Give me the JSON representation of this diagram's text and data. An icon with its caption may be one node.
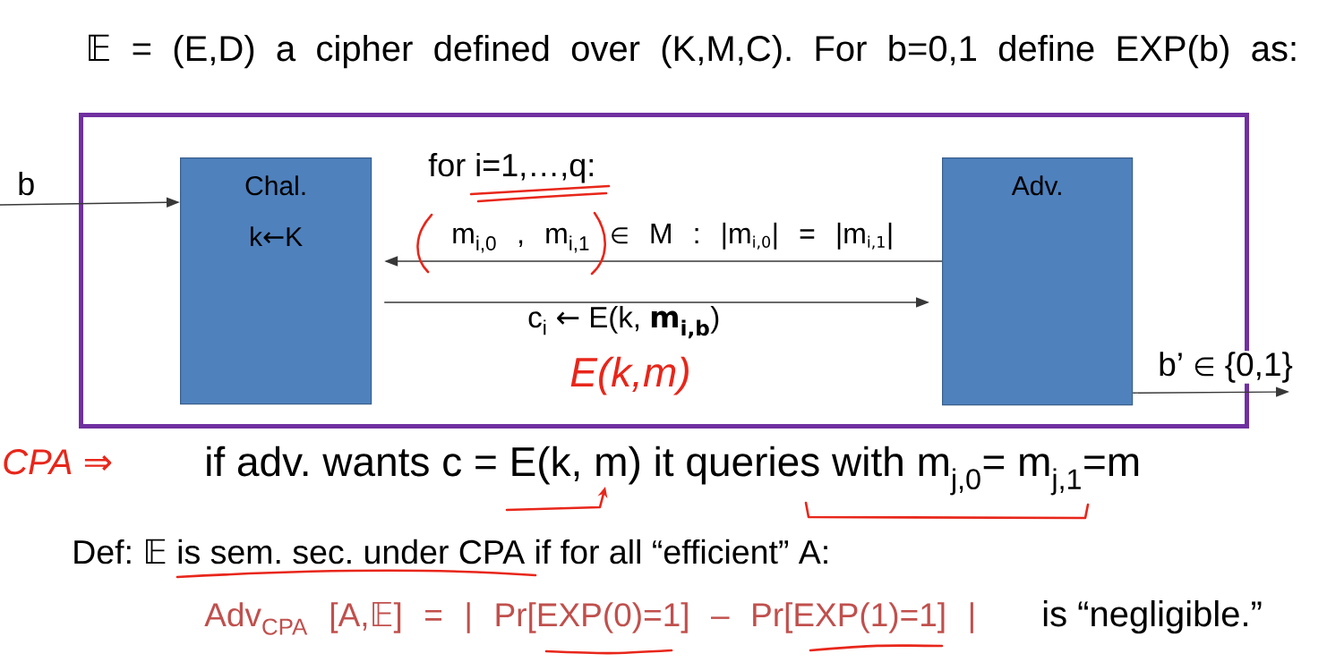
{
  "diagram": {
    "title": "𝔼 = (E,D) a cipher defined over (K,M,C). For b=0,1 define EXP(b) as:",
    "nodes": [
      {
        "text": [],
        "shape": "box"
      },
      {
        "text": [
          "Chal.",
          "k←K"
        ],
        "in": 0
      },
      {
        "text": [
          "Adv."
        ],
        "in": 0
      }
    ],
    "edges": [
      {
        "from": null,
        "to": 1,
        "arrow": "to",
        "label": "b"
      },
      {
        "from": 2,
        "to": 1,
        "arrow": "to",
        "label": "m$_{i,0}$ , m$_{i,1}$ ∈ M : |m$_{i,0}$| = |m$_{i,1}$|"
      },
      {
        "from": 1,
        "to": 2,
        "arrow": "to",
        "label": "c$_{i}$ ← E(k, **m$_{i,b}$**)"
      },
      {
        "from": 2,
        "to": null,
        "arrow": "to",
        "label": "b’ ∈ {0,1}"
      }
    ],
    "labels": [
      "for i=1,…,q:",
      "E(k,m)",
      "CPA ⇒",
      "if adv. wants c = E(k, m) it queries with m$_{j,0}$= m$_{j,1}$=m",
      "Def: 𝔼 is sem. sec. under CPA if for all “efficient” A:",
      "Adv$_{CPA}$ [A,𝔼] = | Pr[EXP(0)=1] – Pr[EXP(1)=1] |",
      "is “negligible.”"
    ]
  }
}
